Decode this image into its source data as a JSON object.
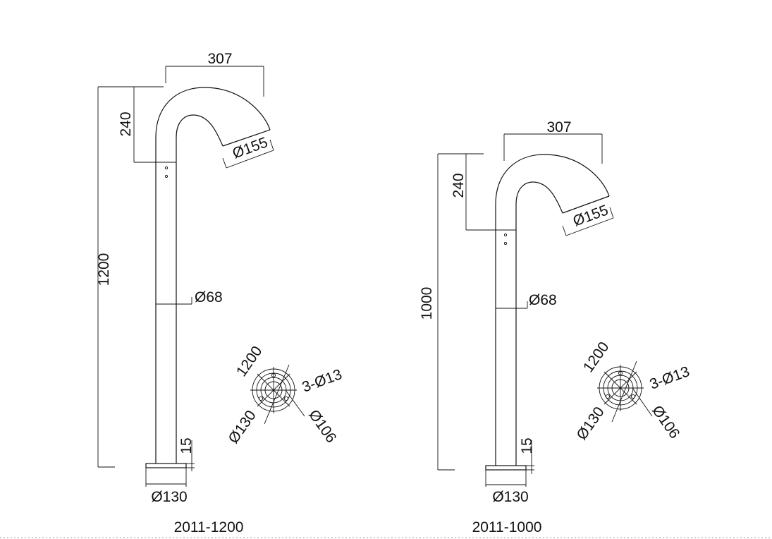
{
  "drawings": [
    {
      "model": "2011-1200",
      "height": "1200",
      "spout_reach": "307",
      "spout_drop": "240",
      "outlet_diameter": "Ø155",
      "pipe_diameter": "Ø68",
      "base_thickness": "15",
      "base_diameter": "Ø130",
      "plan_view": {
        "bolt_spacing_label": "1200",
        "holes": "3-Ø13",
        "pcd": "Ø106",
        "outer": "Ø130"
      }
    },
    {
      "model": "2011-1000",
      "height": "1000",
      "spout_reach": "307",
      "spout_drop": "240",
      "outlet_diameter": "Ø155",
      "pipe_diameter": "Ø68",
      "base_thickness": "15",
      "base_diameter": "Ø130",
      "plan_view": {
        "bolt_spacing_label": "1200",
        "holes": "3-Ø13",
        "pcd": "Ø106",
        "outer": "Ø130"
      }
    }
  ]
}
